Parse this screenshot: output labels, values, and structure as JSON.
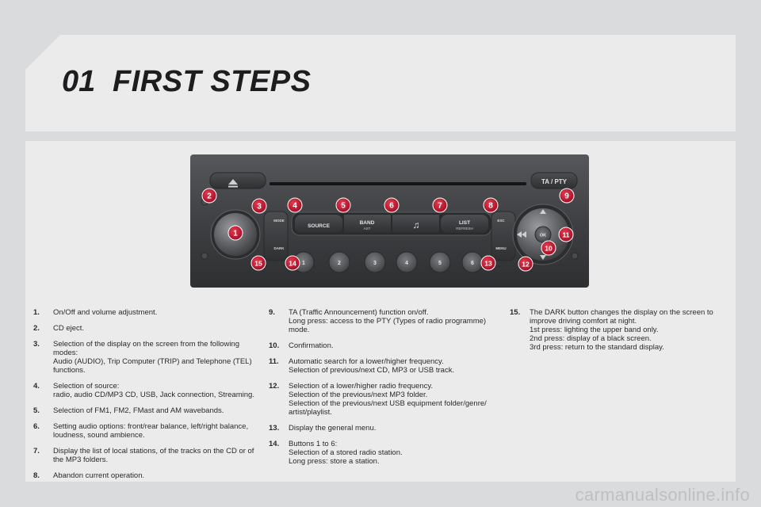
{
  "header": {
    "chapter_number": "01",
    "chapter_title": "FIRST STEPS"
  },
  "panel": {
    "buttons": {
      "source": "SOURCE",
      "band": "BAND",
      "band_sub": "AST",
      "list": "LIST",
      "list_sub": "REFRESH",
      "ta_pty": "TA / PTY",
      "mode": "MODE",
      "dark": "DARK",
      "esc": "ESC",
      "menu": "MENU",
      "ok": "OK",
      "presets": [
        "1",
        "2",
        "3",
        "4",
        "5",
        "6"
      ]
    },
    "callouts": [
      "1",
      "2",
      "3",
      "4",
      "5",
      "6",
      "7",
      "8",
      "9",
      "10",
      "11",
      "12",
      "13",
      "14",
      "15"
    ]
  },
  "legend": {
    "col1": [
      {
        "num": "1.",
        "lines": [
          "On/Off and volume adjustment."
        ]
      },
      {
        "num": "2.",
        "lines": [
          "CD eject."
        ]
      },
      {
        "num": "3.",
        "lines": [
          "Selection of the display on the screen from the following modes:",
          "Audio (AUDIO), Trip Computer (TRIP) and Telephone (TEL)",
          "functions."
        ]
      },
      {
        "num": "4.",
        "lines": [
          "Selection of source:",
          "radio, audio CD/MP3 CD, USB, Jack connection, Streaming."
        ]
      },
      {
        "num": "5.",
        "lines": [
          "Selection of FM1, FM2, FMast and AM wavebands."
        ]
      },
      {
        "num": "6.",
        "lines": [
          "Setting audio options: front/rear balance, left/right balance,",
          "loudness, sound ambience."
        ]
      },
      {
        "num": "7.",
        "lines": [
          "Display the list of local stations, of the tracks on the CD or of",
          "the MP3 folders."
        ]
      },
      {
        "num": "8.",
        "lines": [
          "Abandon current operation."
        ]
      }
    ],
    "col2": [
      {
        "num": "9.",
        "lines": [
          "TA (Traffic Announcement) function on/off.",
          "Long press: access to the PTY (Types of radio programme)",
          "mode."
        ]
      },
      {
        "num": "10.",
        "lines": [
          "Confirmation."
        ]
      },
      {
        "num": "11.",
        "lines": [
          "Automatic search for a lower/higher frequency.",
          "Selection of previous/next CD, MP3 or USB track."
        ]
      },
      {
        "num": "12.",
        "lines": [
          "Selection of a lower/higher radio frequency.",
          "Selection of the previous/next MP3 folder.",
          "Selection of the previous/next USB equipment folder/genre/",
          "artist/playlist."
        ]
      },
      {
        "num": "13.",
        "lines": [
          "Display the general menu."
        ]
      },
      {
        "num": "14.",
        "lines": [
          "Buttons 1 to 6:",
          "Selection of a stored radio station.",
          "Long press: store a station."
        ]
      }
    ],
    "col3": [
      {
        "num": "15.",
        "lines": [
          "The DARK button changes the display on the screen to",
          "improve driving comfort at night.",
          "1st press: lighting the upper band only.",
          "2nd press: display of a black screen.",
          "3rd press: return to the standard display."
        ]
      }
    ]
  },
  "footer": {
    "watermark": "carmanualsonline.info"
  },
  "colors": {
    "callout_red": "#c8102e",
    "panel_dark": "#3a3a3c",
    "background": "#dadbdc",
    "box": "#ebebec"
  }
}
